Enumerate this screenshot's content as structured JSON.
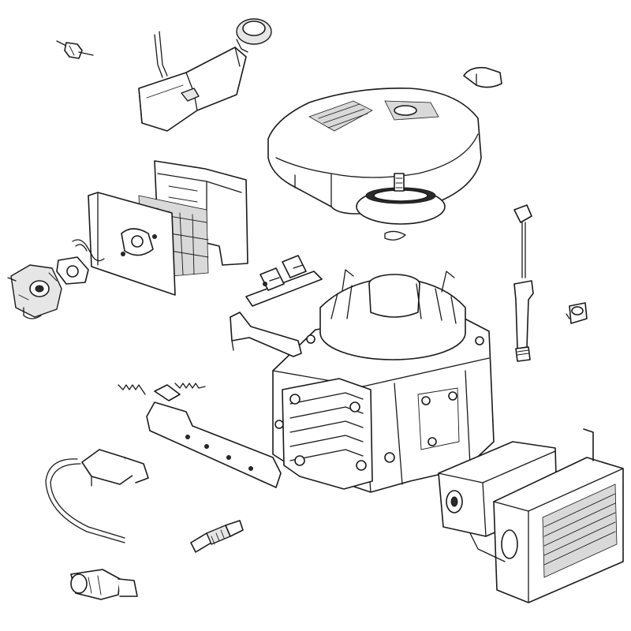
{
  "diagram": {
    "type": "exploded-parts-view",
    "line_color": "#1a1a1a",
    "background": "#ffffff",
    "parts": [
      "primer-bulb",
      "fuel-tank",
      "fuel-cap",
      "recoil-starter-handle",
      "blower-housing",
      "recoil-starter-pulley",
      "air-filter-housing",
      "air-filter-cover",
      "carburetor",
      "carburetor-gasket",
      "fuel-line",
      "control-bracket",
      "dipstick",
      "dipstick-tube",
      "oil-fill-cap",
      "engine-block",
      "flywheel",
      "cylinder-head",
      "governor-link",
      "throttle-springs",
      "throttle-plate",
      "ignition-coil",
      "spark-plug",
      "spark-plug-boot",
      "muffler",
      "muffler-guard"
    ]
  }
}
